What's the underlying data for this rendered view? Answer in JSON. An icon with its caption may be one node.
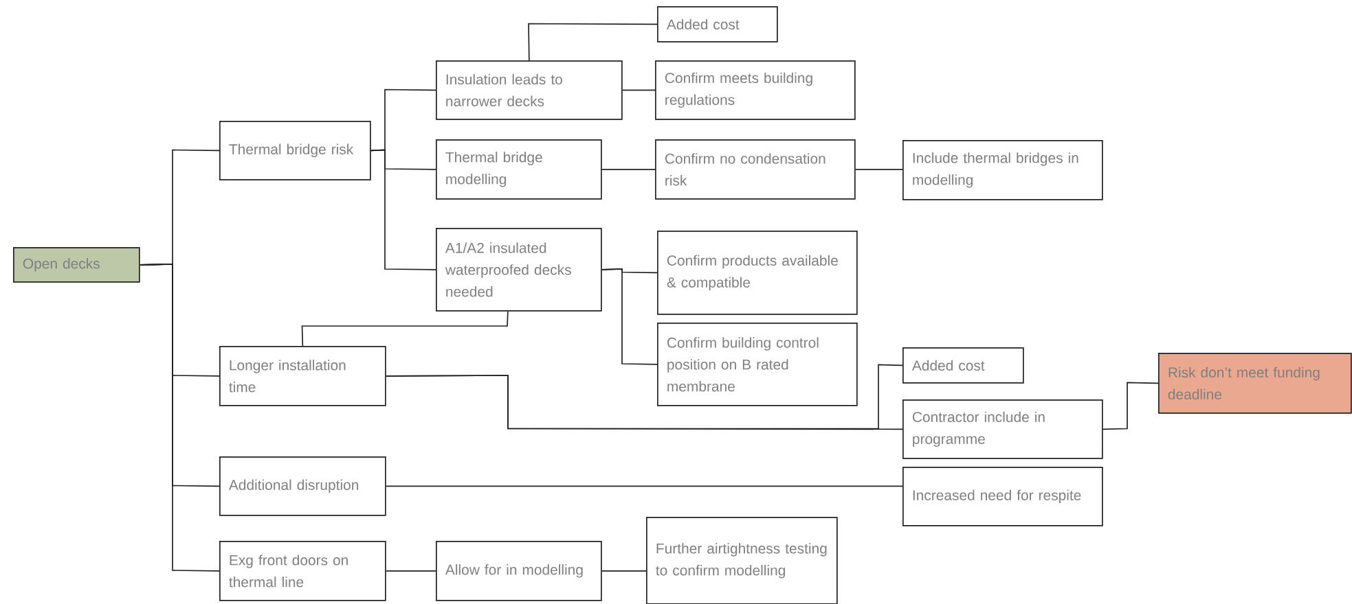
{
  "diagram": {
    "nodes": [
      {
        "text": [
          "Open decks"
        ]
      },
      {
        "text": [
          "Thermal bridge risk"
        ]
      },
      {
        "text": [
          "Insulation leads to narrower decks"
        ]
      },
      {
        "text": [
          "Added cost"
        ]
      },
      {
        "text": [
          "Confirm meets building regulations"
        ]
      },
      {
        "text": [
          "Thermal bridge modelling"
        ]
      },
      {
        "text": [
          "Confirm no condensation risk"
        ]
      },
      {
        "text": [
          "Include thermal bridges in modelling"
        ]
      },
      {
        "text": [
          "A1/A2 insulated waterproofed decks needed"
        ]
      },
      {
        "text": [
          "Confirm products available & compatible"
        ]
      },
      {
        "text": [
          "Confirm building control position on B rated membrane"
        ]
      },
      {
        "text": [
          "Longer installation time"
        ]
      },
      {
        "text": [
          "Added cost"
        ]
      },
      {
        "text": [
          "Contractor include in programme"
        ]
      },
      {
        "text": [
          "Risk don’t meet funding deadline"
        ]
      },
      {
        "text": [
          "Additional disruption"
        ]
      },
      {
        "text": [
          "Increased need for respite"
        ]
      },
      {
        "text": [
          "Exg front doors on thermal line"
        ]
      },
      {
        "text": [
          "Allow for in modelling"
        ]
      },
      {
        "text": [
          "Further airtightness testing to confirm modelling"
        ]
      }
    ],
    "edges": [
      {
        "from": 0,
        "to": 1,
        "arrow": "none"
      },
      {
        "from": 0,
        "to": 11,
        "arrow": "none"
      },
      {
        "from": 0,
        "to": 15,
        "arrow": "none"
      },
      {
        "from": 0,
        "to": 17,
        "arrow": "none"
      },
      {
        "from": 1,
        "to": 2,
        "arrow": "none"
      },
      {
        "from": 1,
        "to": 5,
        "arrow": "none"
      },
      {
        "from": 1,
        "to": 8,
        "arrow": "none"
      },
      {
        "from": 2,
        "to": 3,
        "arrow": "none"
      },
      {
        "from": 2,
        "to": 4,
        "arrow": "none"
      },
      {
        "from": 5,
        "to": 6,
        "arrow": "none"
      },
      {
        "from": 6,
        "to": 7,
        "arrow": "none"
      },
      {
        "from": 8,
        "to": 9,
        "arrow": "none"
      },
      {
        "from": 8,
        "to": 10,
        "arrow": "none"
      },
      {
        "from": 8,
        "to": 11,
        "arrow": "none"
      },
      {
        "from": 11,
        "to": 12,
        "arrow": "none"
      },
      {
        "from": 11,
        "to": 13,
        "arrow": "none"
      },
      {
        "from": 13,
        "to": 14,
        "arrow": "none"
      },
      {
        "from": 15,
        "to": 16,
        "arrow": "none"
      },
      {
        "from": 17,
        "to": 18,
        "arrow": "none"
      },
      {
        "from": 18,
        "to": 19,
        "arrow": "none"
      }
    ]
  }
}
